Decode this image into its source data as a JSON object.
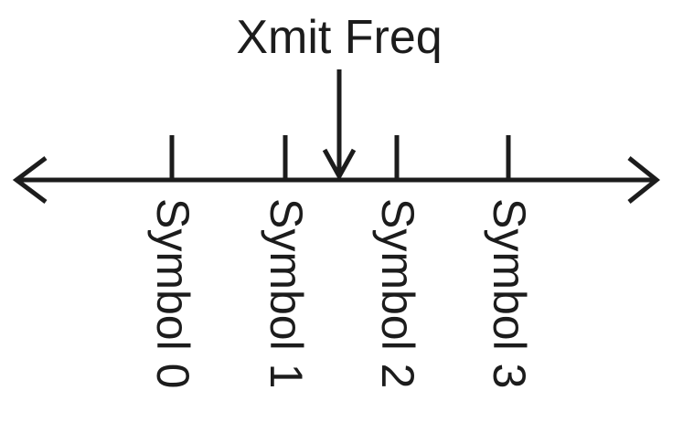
{
  "diagram": {
    "carrier_label": "Xmit Freq",
    "symbols": [
      {
        "label": "Symbol 0"
      },
      {
        "label": "Symbol 1"
      },
      {
        "label": "Symbol 2"
      },
      {
        "label": "Symbol 3"
      }
    ],
    "colors": {
      "line": "#1c1c1c",
      "background": "#ffffff"
    }
  }
}
